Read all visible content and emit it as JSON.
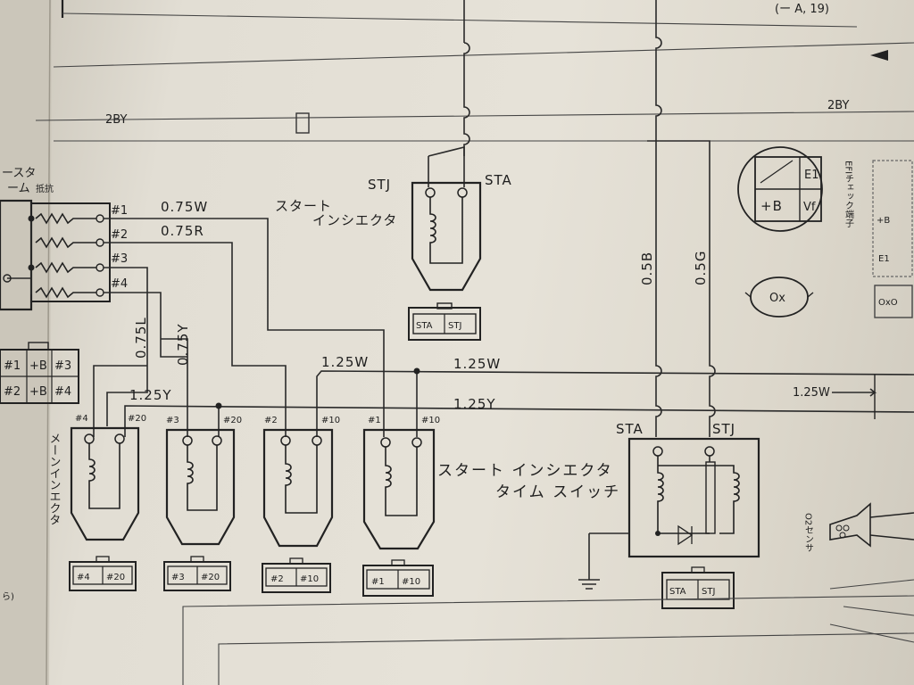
{
  "top_right_ref": "(ー A, 19)",
  "wire_2by_left": "2BY",
  "wire_2by_right": "2BY",
  "start_injector": {
    "label_line1": "スタート",
    "label_line2": "インシエクタ",
    "pin_stj": "STJ",
    "pin_sta": "STA",
    "connector": [
      "STA",
      "STJ"
    ]
  },
  "left_component": {
    "label_line1": "ースタ",
    "label_line2": "ーム",
    "label_note": "抵抗",
    "pins": [
      "#1",
      "#2",
      "#3",
      "#4"
    ],
    "connector": [
      [
        "#1",
        "+B",
        "#3"
      ],
      [
        "#2",
        "+B",
        "#4"
      ]
    ]
  },
  "wires": {
    "w1": "0.75W",
    "w2": "0.75R",
    "w3": "0.75L",
    "w4": "0.75Y",
    "w125w_a": "1.25W",
    "w125w_b": "1.25W",
    "w125y_a": "1.25Y",
    "w125y_b": "1.25Y",
    "w05b": "0.5B",
    "w05g": "0.5G",
    "w125w_right": "1.25W"
  },
  "main_injectors": {
    "label_vertical": "メーンインエクタ",
    "units": [
      {
        "pin_a": "#4",
        "pin_b": "#20",
        "conn_a": "#4",
        "conn_b": "#20"
      },
      {
        "pin_a": "#3",
        "pin_b": "#20",
        "conn_a": "#3",
        "conn_b": "#20"
      },
      {
        "pin_a": "#2",
        "pin_b": "#10",
        "conn_a": "#2",
        "conn_b": "#10"
      },
      {
        "pin_a": "#1",
        "pin_b": "#10",
        "conn_a": "#1",
        "conn_b": "#10"
      }
    ]
  },
  "time_switch": {
    "label_line1": "スタート インシエクタ",
    "label_line2": "タイム スイッチ",
    "pin_sta": "STA",
    "pin_stj": "STJ",
    "connector": [
      "STA",
      "STJ"
    ]
  },
  "check_terminal": {
    "label_vertical": "EFIチェック端子",
    "e1": "E1",
    "b": "+B",
    "vf": "Vf",
    "right_col": [
      "+B",
      "E1",
      "OxO"
    ],
    "o2_small": "Ox"
  },
  "o2_sensor": {
    "label": "O2センサ"
  },
  "left_edge_mark": "ら)"
}
